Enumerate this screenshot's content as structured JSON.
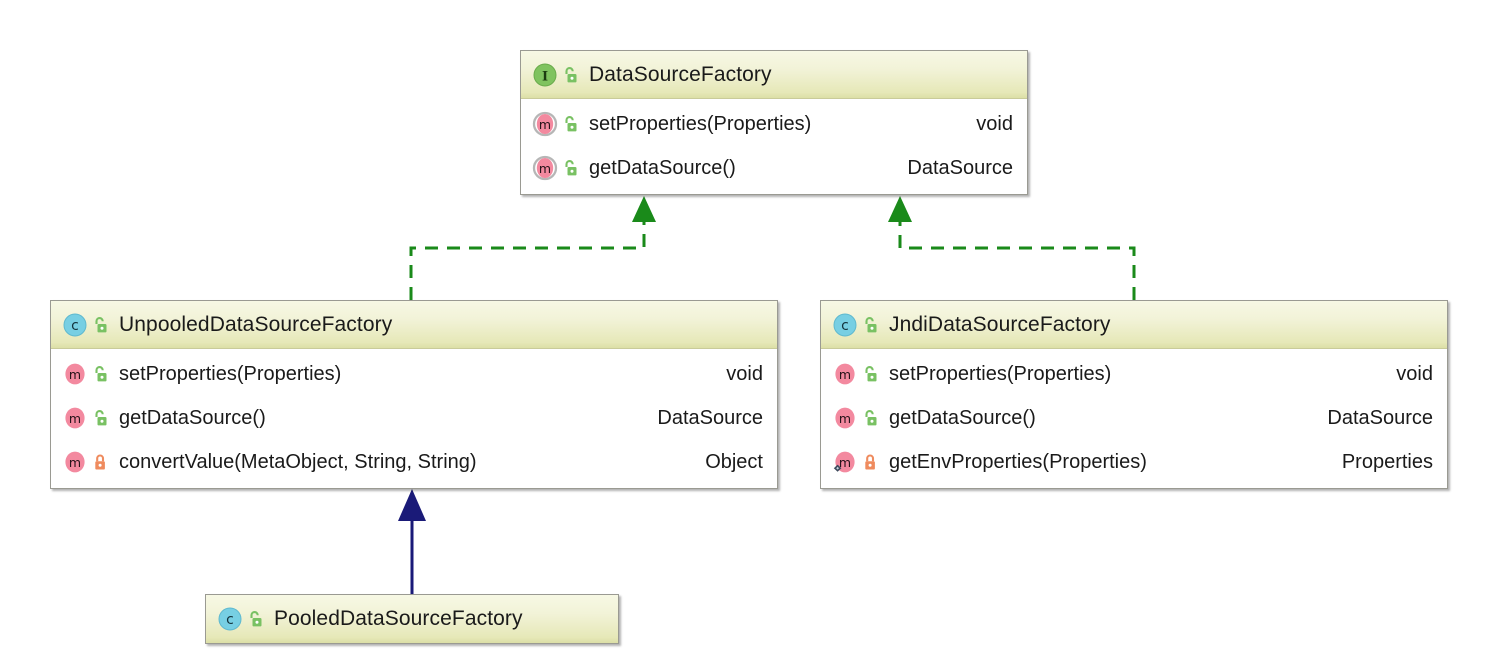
{
  "diagram": {
    "kind": "uml-class-diagram",
    "background": "#ffffff",
    "colors": {
      "header_gradient_top": "#f7f8e4",
      "header_gradient_bottom": "#dcdfa6",
      "border": "#9a9a92",
      "body": "#ffffff",
      "interface_icon": "#7fc35f",
      "class_icon": "#77cfe3",
      "method_icon": "#f3899f",
      "method_ring": "#b6b6b6",
      "public_lock": "#79c163",
      "protected_lock": "#ef8b5e",
      "static_badge": "#3d4a5c",
      "realization_edge": "#1a8a1a",
      "generalization_edge": "#1a1a78",
      "text": "#1a1a1a"
    },
    "nodes": [
      {
        "id": "datasourcefactory",
        "name": "DataSourceFactory",
        "stereotype": "interface",
        "kind_icon": "interface-icon",
        "kind_letter": "I",
        "visibility_icon": "public-unlocked-icon",
        "members": [
          {
            "signature": "setProperties(Properties)",
            "return_type": "void",
            "method_icon": "method-icon",
            "method_letter": "m",
            "visibility_icon": "public-unlocked-icon",
            "static": false
          },
          {
            "signature": "getDataSource()",
            "return_type": "DataSource",
            "method_icon": "method-icon",
            "method_letter": "m",
            "visibility_icon": "public-unlocked-icon",
            "static": false
          }
        ]
      },
      {
        "id": "unpooleddatasourcefactory",
        "name": "UnpooledDataSourceFactory",
        "stereotype": "class",
        "kind_icon": "class-icon",
        "kind_letter": "c",
        "visibility_icon": "public-unlocked-icon",
        "members": [
          {
            "signature": "setProperties(Properties)",
            "return_type": "void",
            "method_icon": "method-icon",
            "method_letter": "m",
            "visibility_icon": "public-unlocked-icon",
            "static": false
          },
          {
            "signature": "getDataSource()",
            "return_type": "DataSource",
            "method_icon": "method-icon",
            "method_letter": "m",
            "visibility_icon": "public-unlocked-icon",
            "static": false
          },
          {
            "signature": "convertValue(MetaObject, String, String)",
            "return_type": "Object",
            "method_icon": "method-icon",
            "method_letter": "m",
            "visibility_icon": "protected-locked-icon",
            "static": false
          }
        ]
      },
      {
        "id": "jndidatasourcefactory",
        "name": "JndiDataSourceFactory",
        "stereotype": "class",
        "kind_icon": "class-icon",
        "kind_letter": "c",
        "visibility_icon": "public-unlocked-icon",
        "members": [
          {
            "signature": "setProperties(Properties)",
            "return_type": "void",
            "method_icon": "method-icon",
            "method_letter": "m",
            "visibility_icon": "public-unlocked-icon",
            "static": false
          },
          {
            "signature": "getDataSource()",
            "return_type": "DataSource",
            "method_icon": "method-icon",
            "method_letter": "m",
            "visibility_icon": "public-unlocked-icon",
            "static": false
          },
          {
            "signature": "getEnvProperties(Properties)",
            "return_type": "Properties",
            "method_icon": "method-icon",
            "method_letter": "m",
            "visibility_icon": "protected-locked-icon",
            "static": true
          }
        ]
      },
      {
        "id": "pooleddatasourcefactory",
        "name": "PooledDataSourceFactory",
        "stereotype": "class",
        "kind_icon": "class-icon",
        "kind_letter": "c",
        "visibility_icon": "public-unlocked-icon",
        "members": []
      }
    ],
    "edges": [
      {
        "id": "edge-unpooled-implements-datasourcefactory",
        "from": "unpooleddatasourcefactory",
        "to": "datasourcefactory",
        "relationship": "realization",
        "style": "dashed",
        "color": "#1a8a1a",
        "arrowhead": "filled-triangle"
      },
      {
        "id": "edge-jndi-implements-datasourcefactory",
        "from": "jndidatasourcefactory",
        "to": "datasourcefactory",
        "relationship": "realization",
        "style": "dashed",
        "color": "#1a8a1a",
        "arrowhead": "filled-triangle"
      },
      {
        "id": "edge-pooled-extends-unpooled",
        "from": "pooleddatasourcefactory",
        "to": "unpooleddatasourcefactory",
        "relationship": "generalization",
        "style": "solid",
        "color": "#1a1a78",
        "arrowhead": "filled-triangle"
      }
    ]
  }
}
